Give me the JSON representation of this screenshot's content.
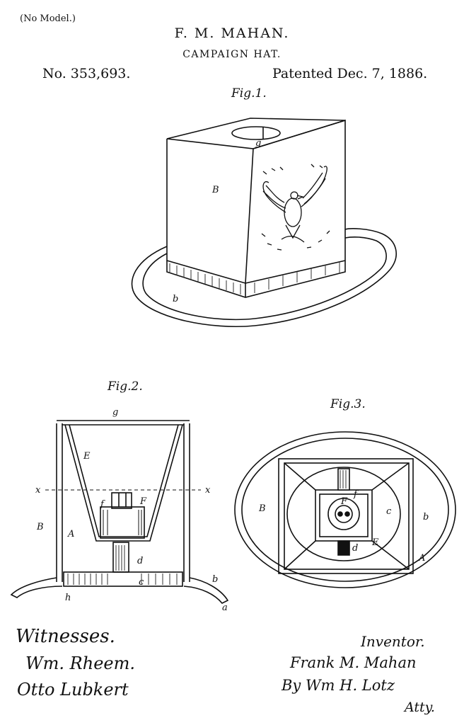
{
  "header": {
    "no_model": "(No Model.)",
    "inventor_name": "F. M. MAHAN.",
    "subject": "CAMPAIGN HAT.",
    "patent_number": "No. 353,693.",
    "patent_date": "Patented Dec. 7, 1886."
  },
  "figures": {
    "fig1": {
      "label": "Fig.1.",
      "refs": {
        "g": "g",
        "B": "B",
        "b": "b"
      }
    },
    "fig2": {
      "label": "Fig.2.",
      "refs": {
        "g": "g",
        "E": "E",
        "x_left": "x",
        "x_right": "x",
        "f": "f",
        "F": "F",
        "B": "B",
        "A": "A",
        "d": "d",
        "b": "b",
        "c": "c",
        "h": "h",
        "a": "a"
      }
    },
    "fig3": {
      "label": "Fig.3.",
      "refs": {
        "B": "B",
        "F": "F",
        "f": "f",
        "c": "c",
        "b": "b",
        "d": "d",
        "E": "E",
        "A": "A"
      }
    }
  },
  "signatures": {
    "witnesses_label": "Witnesses.",
    "witness1": "Wm. Rheem.",
    "witness2": "Otto Lubkert",
    "inventor_label": "Inventor.",
    "inventor_signature": "Frank M. Mahan",
    "attorney_by": "By Wm H. Lotz",
    "attorney_title": "Atty."
  }
}
